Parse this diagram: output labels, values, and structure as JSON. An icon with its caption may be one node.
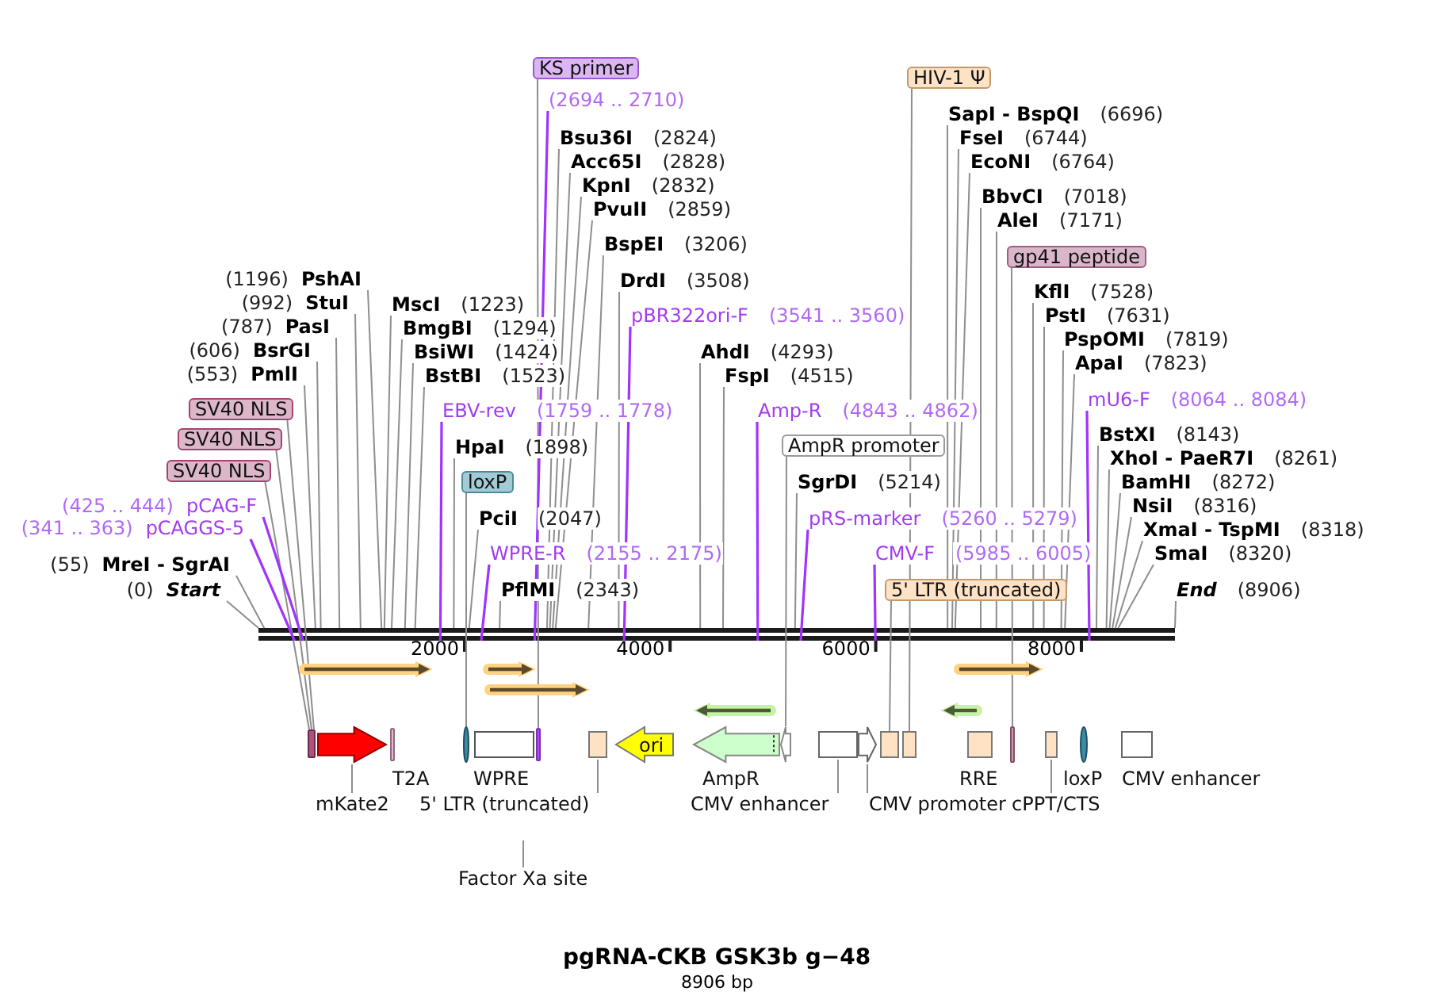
{
  "diagram": {
    "title": "pgRNA-CKB GSK3b g−48",
    "caption": "8906 bp",
    "nodes": [
      {
        "text": [
          "KS primer"
        ]
      },
      {
        "text": [
          "HIV-1 Ψ"
        ]
      },
      {
        "text": [
          "(2694 .. 2710)"
        ]
      },
      {
        "text": [
          "SapI - BspQI",
          "(6696)"
        ]
      },
      {
        "text": [
          "Bsu36I",
          "(2824)"
        ]
      },
      {
        "text": [
          "FseI",
          "(6744)"
        ]
      },
      {
        "text": [
          "Acc65I",
          "(2828)"
        ]
      },
      {
        "text": [
          "EcoNI",
          "(6764)"
        ]
      },
      {
        "text": [
          "KpnI",
          "(2832)"
        ]
      },
      {
        "text": [
          "BbvCI",
          "(7018)"
        ]
      },
      {
        "text": [
          "PvuII",
          "(2859)"
        ]
      },
      {
        "text": [
          "AleI",
          "(7171)"
        ]
      },
      {
        "text": [
          "BspEI",
          "(3206)"
        ]
      },
      {
        "text": [
          "gp41 peptide"
        ]
      },
      {
        "text": [
          "(1196)",
          "PshAI"
        ]
      },
      {
        "text": [
          "DrdI",
          "(3508)"
        ]
      },
      {
        "text": [
          "KflI",
          "(7528)"
        ]
      },
      {
        "text": [
          "(992)",
          "StuI"
        ]
      },
      {
        "text": [
          "MscI",
          "(1223)"
        ]
      },
      {
        "text": [
          "pBR322ori-F",
          "(3541 .. 3560)"
        ]
      },
      {
        "text": [
          "PstI",
          "(7631)"
        ]
      },
      {
        "text": [
          "(787)",
          "PasI"
        ]
      },
      {
        "text": [
          "BmgBI",
          "(1294)"
        ]
      },
      {
        "text": [
          "PspOMI",
          "(7819)"
        ]
      },
      {
        "text": [
          "(606)",
          "BsrGI"
        ]
      },
      {
        "text": [
          "BsiWI",
          "(1424)"
        ]
      },
      {
        "text": [
          "AhdI",
          "(4293)"
        ]
      },
      {
        "text": [
          "ApaI",
          "(7823)"
        ]
      },
      {
        "text": [
          "(553)",
          "PmlI"
        ]
      },
      {
        "text": [
          "BstBI",
          "(1523)"
        ]
      },
      {
        "text": [
          "FspI",
          "(4515)"
        ]
      },
      {
        "text": [
          "mU6-F",
          "(8064 .. 8084)"
        ]
      },
      {
        "text": [
          "SV40 NLS"
        ]
      },
      {
        "text": [
          "EBV-rev",
          "(1759 .. 1778)"
        ]
      },
      {
        "text": [
          "Amp-R",
          "(4843 .. 4862)"
        ]
      },
      {
        "text": [
          "BstXI",
          "(8143)"
        ]
      },
      {
        "text": [
          "SV40 NLS"
        ]
      },
      {
        "text": [
          "AmpR promoter"
        ]
      },
      {
        "text": [
          "HpaI",
          "(1898)"
        ]
      },
      {
        "text": [
          "XhoI - PaeR7I",
          "(8261)"
        ]
      },
      {
        "text": [
          "SV40 NLS"
        ]
      },
      {
        "text": [
          "loxP"
        ]
      },
      {
        "text": [
          "SgrDI",
          "(5214)"
        ]
      },
      {
        "text": [
          "BamHI",
          "(8272)"
        ]
      },
      {
        "text": [
          "(425 .. 444)",
          "pCAG-F"
        ]
      },
      {
        "text": [
          "NsiI",
          "(8316)"
        ]
      },
      {
        "text": [
          "PciI",
          "(2047)"
        ]
      },
      {
        "text": [
          "pRS-marker",
          "(5260 .. 5279)"
        ]
      },
      {
        "text": [
          "(341 .. 363)",
          "pCAGGS-5"
        ]
      },
      {
        "text": [
          "XmaI - TspMI",
          "(8318)"
        ]
      },
      {
        "text": [
          "WPRE-R",
          "(2155 .. 2175)"
        ]
      },
      {
        "text": [
          "CMV-F",
          "(5985 .. 6005)"
        ]
      },
      {
        "text": [
          "SmaI",
          "(8320)"
        ]
      },
      {
        "text": [
          "(55)",
          "MreI - SgrAI"
        ]
      },
      {
        "text": [
          "(0)",
          "Start"
        ]
      },
      {
        "text": [
          "PflMI",
          "(2343)"
        ]
      },
      {
        "text": [
          "5' LTR (truncated)"
        ]
      },
      {
        "text": [
          "End",
          "(8906)"
        ]
      },
      {
        "text": [],
        "shape": "bar"
      },
      {
        "text": [],
        "shape": "arrow"
      },
      {
        "text": [],
        "shape": "arrow"
      },
      {
        "text": [],
        "shape": "arrow"
      },
      {
        "text": [],
        "shape": "arrow"
      },
      {
        "text": [],
        "shape": "arrow"
      },
      {
        "text": [],
        "shape": "arrow"
      },
      {
        "text": [],
        "shape": "bar"
      },
      {
        "text": [],
        "shape": "arrow"
      },
      {
        "text": [],
        "shape": "bar",
        "beside": [
          "T2A"
        ]
      },
      {
        "text": [],
        "shape": "bar"
      },
      {
        "text": [],
        "shape": "box",
        "beside": [
          "WPRE"
        ]
      },
      {
        "text": [],
        "shape": "bar"
      },
      {
        "text": [],
        "shape": "box"
      },
      {
        "text": [
          "ori"
        ]
      },
      {
        "text": [],
        "shape": "arrow",
        "beside": [
          "AmpR"
        ]
      },
      {
        "text": [],
        "shape": "arrow"
      },
      {
        "text": [],
        "shape": "box"
      },
      {
        "text": [],
        "shape": "arrow"
      },
      {
        "text": [],
        "shape": "box"
      },
      {
        "text": [],
        "shape": "box"
      },
      {
        "text": [],
        "shape": "box",
        "beside": [
          "RRE"
        ]
      },
      {
        "text": [],
        "shape": "bar"
      },
      {
        "text": [],
        "shape": "box"
      },
      {
        "text": [],
        "shape": "bar",
        "beside": [
          "loxP"
        ]
      },
      {
        "text": [],
        "shape": "box",
        "beside": [
          "CMV enhancer"
        ]
      },
      {
        "text": [
          "mKate2"
        ]
      },
      {
        "text": [
          "5' LTR (truncated)"
        ]
      },
      {
        "text": [
          "CMV enhancer"
        ]
      },
      {
        "text": [
          "CMV promoter"
        ]
      },
      {
        "text": [
          "cPPT/CTS"
        ]
      },
      {
        "text": [
          "Factor Xa site"
        ]
      }
    ],
    "edges": [
      {
        "from": 0,
        "to": 70,
        "arrow": "none"
      },
      {
        "from": 1,
        "to": 78,
        "arrow": "none"
      },
      {
        "from": 2,
        "to": 58,
        "arrow": "none",
        "color": "#a033ff"
      },
      {
        "from": 3,
        "to": 58,
        "arrow": "none"
      },
      {
        "from": 4,
        "to": 58,
        "arrow": "none"
      },
      {
        "from": 5,
        "to": 58,
        "arrow": "none"
      },
      {
        "from": 6,
        "to": 58,
        "arrow": "none"
      },
      {
        "from": 7,
        "to": 58,
        "arrow": "none"
      },
      {
        "from": 8,
        "to": 58,
        "arrow": "none"
      },
      {
        "from": 9,
        "to": 58,
        "arrow": "none"
      },
      {
        "from": 10,
        "to": 58,
        "arrow": "none"
      },
      {
        "from": 11,
        "to": 58,
        "arrow": "none"
      },
      {
        "from": 12,
        "to": 58,
        "arrow": "none"
      },
      {
        "from": 13,
        "to": 80,
        "arrow": "none"
      },
      {
        "from": 14,
        "to": 58,
        "arrow": "none"
      },
      {
        "from": 15,
        "to": 58,
        "arrow": "none"
      },
      {
        "from": 16,
        "to": 58,
        "arrow": "none"
      },
      {
        "from": 17,
        "to": 58,
        "arrow": "none"
      },
      {
        "from": 18,
        "to": 58,
        "arrow": "none"
      },
      {
        "from": 19,
        "to": 58,
        "arrow": "none",
        "color": "#a033ff"
      },
      {
        "from": 20,
        "to": 58,
        "arrow": "none"
      },
      {
        "from": 21,
        "to": 58,
        "arrow": "none"
      },
      {
        "from": 22,
        "to": 58,
        "arrow": "none"
      },
      {
        "from": 23,
        "to": 58,
        "arrow": "none"
      },
      {
        "from": 24,
        "to": 58,
        "arrow": "none"
      },
      {
        "from": 25,
        "to": 58,
        "arrow": "none"
      },
      {
        "from": 26,
        "to": 58,
        "arrow": "none"
      },
      {
        "from": 27,
        "to": 58,
        "arrow": "none"
      },
      {
        "from": 28,
        "to": 58,
        "arrow": "none"
      },
      {
        "from": 29,
        "to": 58,
        "arrow": "none"
      },
      {
        "from": 30,
        "to": 58,
        "arrow": "none"
      },
      {
        "from": 31,
        "to": 58,
        "arrow": "none",
        "color": "#a033ff"
      },
      {
        "from": 32,
        "to": 65,
        "arrow": "none"
      },
      {
        "from": 33,
        "to": 58,
        "arrow": "none",
        "color": "#a033ff"
      },
      {
        "from": 34,
        "to": 58,
        "arrow": "none",
        "color": "#a033ff"
      },
      {
        "from": 35,
        "to": 58,
        "arrow": "none"
      },
      {
        "from": 36,
        "to": 65,
        "arrow": "none"
      },
      {
        "from": 37,
        "to": 74,
        "arrow": "none"
      },
      {
        "from": 38,
        "to": 58,
        "arrow": "none"
      },
      {
        "from": 39,
        "to": 58,
        "arrow": "none"
      },
      {
        "from": 40,
        "to": 65,
        "arrow": "none"
      },
      {
        "from": 41,
        "to": 68,
        "arrow": "none"
      },
      {
        "from": 42,
        "to": 58,
        "arrow": "none"
      },
      {
        "from": 43,
        "to": 58,
        "arrow": "none"
      },
      {
        "from": 44,
        "to": 58,
        "arrow": "none",
        "color": "#a033ff"
      },
      {
        "from": 45,
        "to": 58,
        "arrow": "none"
      },
      {
        "from": 46,
        "to": 58,
        "arrow": "none"
      },
      {
        "from": 47,
        "to": 58,
        "arrow": "none",
        "color": "#a033ff"
      },
      {
        "from": 48,
        "to": 58,
        "arrow": "none",
        "color": "#a033ff"
      },
      {
        "from": 49,
        "to": 58,
        "arrow": "none"
      },
      {
        "from": 50,
        "to": 58,
        "arrow": "none",
        "color": "#a033ff"
      },
      {
        "from": 51,
        "to": 58,
        "arrow": "none",
        "color": "#a033ff"
      },
      {
        "from": 52,
        "to": 58,
        "arrow": "none"
      },
      {
        "from": 53,
        "to": 58,
        "arrow": "none"
      },
      {
        "from": 54,
        "to": 58,
        "arrow": "none"
      },
      {
        "from": 55,
        "to": 58,
        "arrow": "none"
      },
      {
        "from": 56,
        "to": 77,
        "arrow": "none"
      },
      {
        "from": 57,
        "to": 58,
        "arrow": "none"
      },
      {
        "from": 84,
        "to": 66,
        "arrow": "none"
      },
      {
        "from": 85,
        "to": 71,
        "arrow": "none"
      },
      {
        "from": 86,
        "to": 75,
        "arrow": "none"
      },
      {
        "from": 87,
        "to": 76,
        "arrow": "none"
      },
      {
        "from": 88,
        "to": 81,
        "arrow": "none"
      },
      {
        "from": 89,
        "to": null,
        "arrow": "none"
      }
    ],
    "labels": [
      "2000",
      "4000",
      "6000",
      "8000"
    ]
  }
}
